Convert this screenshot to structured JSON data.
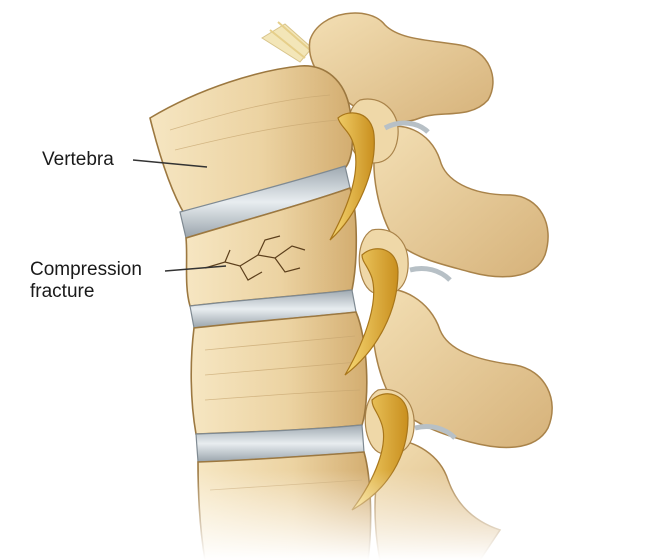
{
  "labels": {
    "vertebra": "Vertebra",
    "compression_line1": "Compression",
    "compression_line2": "fracture"
  },
  "colors": {
    "bone_light": "#f3e2bd",
    "bone_mid": "#e4c690",
    "bone_dark": "#b98f52",
    "disc": "#c9d2d8",
    "nerve": "#e2b43a",
    "text": "#1a1a1a"
  }
}
